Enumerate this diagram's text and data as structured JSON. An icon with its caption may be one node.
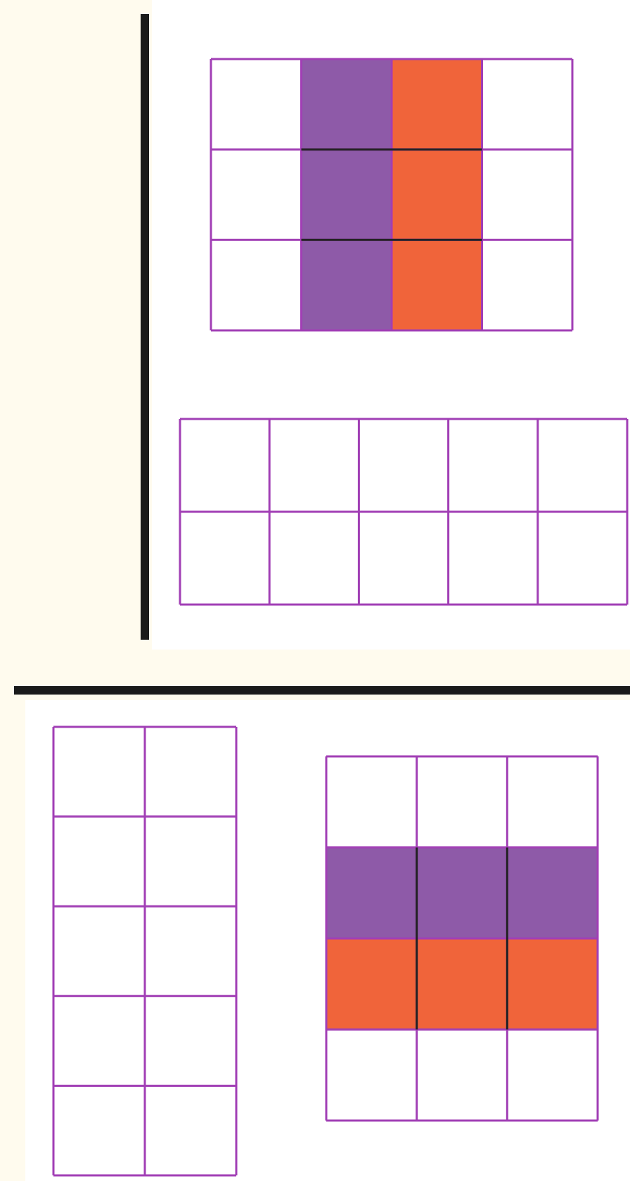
{
  "diagram": {
    "nodes": [
      {
        "text": [],
        "shape": "grid"
      },
      {
        "text": [],
        "shape": "grid"
      },
      {
        "text": [],
        "shape": "grid"
      },
      {
        "text": [],
        "shape": "grid"
      }
    ]
  }
}
